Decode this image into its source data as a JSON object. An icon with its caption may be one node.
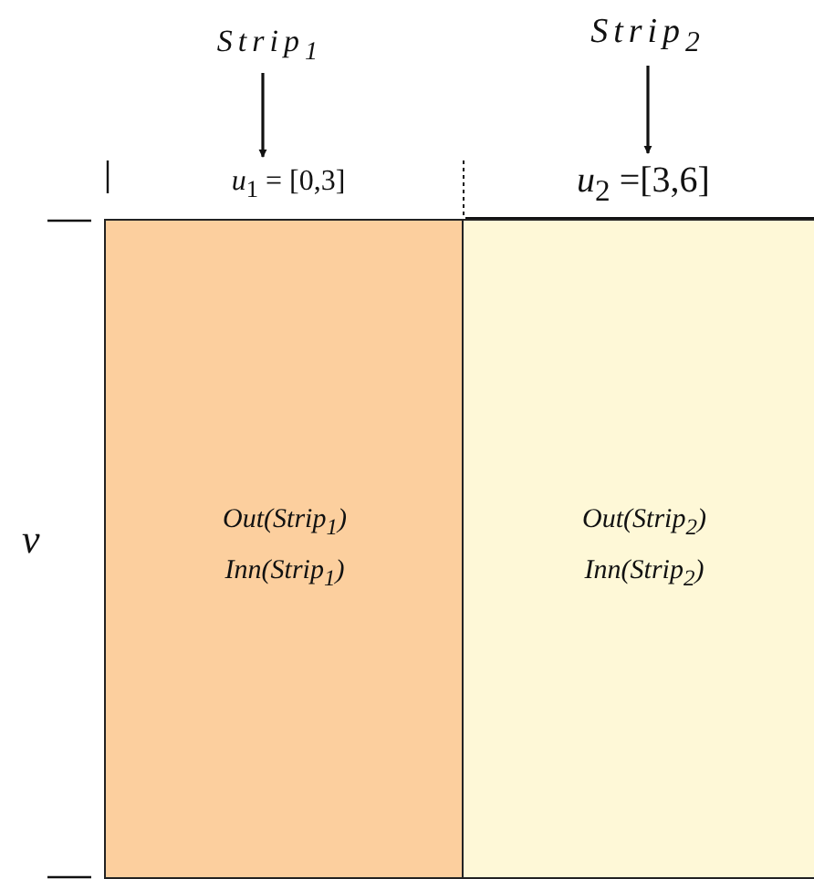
{
  "diagram": {
    "nodes": [
      {
        "text": [
          "Strip$_{1}$"
        ]
      },
      {
        "text": [
          "Strip$_{2}$"
        ]
      },
      {
        "text": [
          "*u*$_{1}$ = [0,3]"
        ]
      },
      {
        "text": [
          "*u*$_{2}$ =[3,6]"
        ]
      },
      {
        "text": [
          "Out(Strip$_{1}$)",
          "Inn(Strip$_{1}$)"
        ]
      },
      {
        "text": [
          "Out(Strip$_{2}$)",
          "Inn(Strip$_{2}$)"
        ]
      }
    ],
    "edges": [
      {
        "from": 0,
        "to": 2,
        "arrow": "to"
      },
      {
        "from": 1,
        "to": 3,
        "arrow": "to"
      }
    ],
    "labels": [
      "v"
    ]
  }
}
